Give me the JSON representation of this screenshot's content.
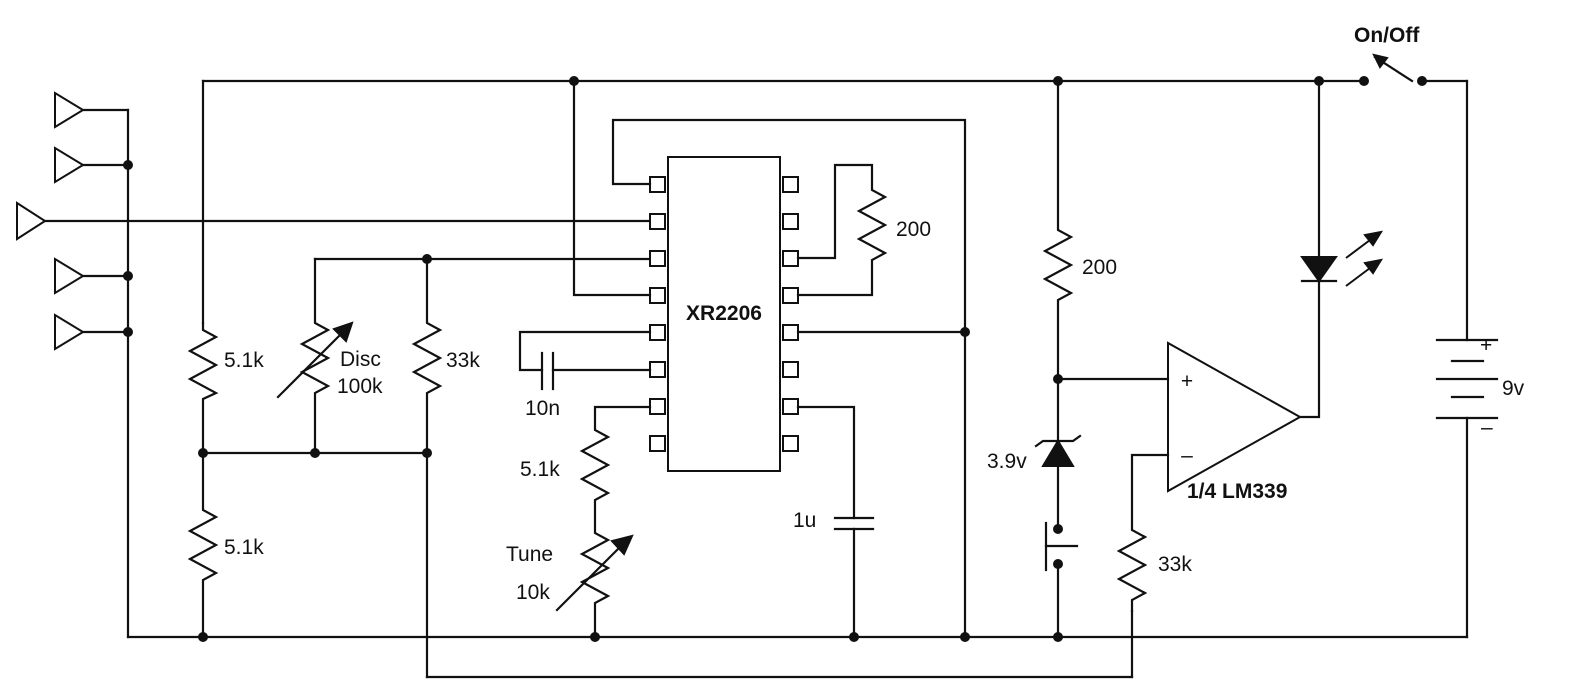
{
  "ic": {
    "name": "XR2206",
    "pins_per_side": 8
  },
  "labels": {
    "r_disc_left_top": "5.1k",
    "r_disc_left_bottom": "5.1k",
    "pot_disc_name": "Disc",
    "pot_disc_value": "100k",
    "r_33k_left": "33k",
    "cap_10n": "10n",
    "r_tune_fixed": "5.1k",
    "pot_tune_name": "Tune",
    "pot_tune_value": "10k",
    "r_200_ic": "200",
    "cap_1u": "1u",
    "r_200_ref": "200",
    "zener": "3.9v",
    "comparator": "1/4 LM339",
    "r_33k_right": "33k",
    "switch": "On/Off",
    "battery_plus": "+",
    "battery_value": "9v",
    "battery_minus": "–",
    "opamp_plus": "+",
    "opamp_minus": "–"
  }
}
